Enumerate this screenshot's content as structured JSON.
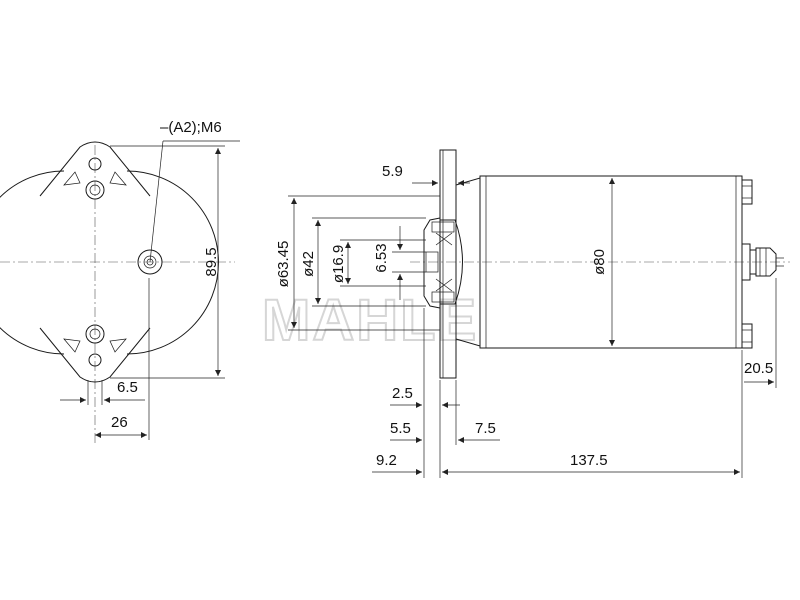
{
  "watermark": "MAHLE",
  "front_view": {
    "callout": "–(A2);M6",
    "dim_height": "89.5",
    "dim_offset": "6.5",
    "dim_width": "26"
  },
  "side_view": {
    "dim_flange": "5.9",
    "dim_d1": "ø63.45",
    "dim_d2": "ø42",
    "dim_d3": "ø16.9",
    "dim_d4": "6.53",
    "dim_body": "ø80",
    "dim_terminal": "20.5",
    "dim_a": "2.5",
    "dim_b": "5.5",
    "dim_c": "7.5",
    "dim_d": "9.2",
    "dim_total": "137.5"
  }
}
